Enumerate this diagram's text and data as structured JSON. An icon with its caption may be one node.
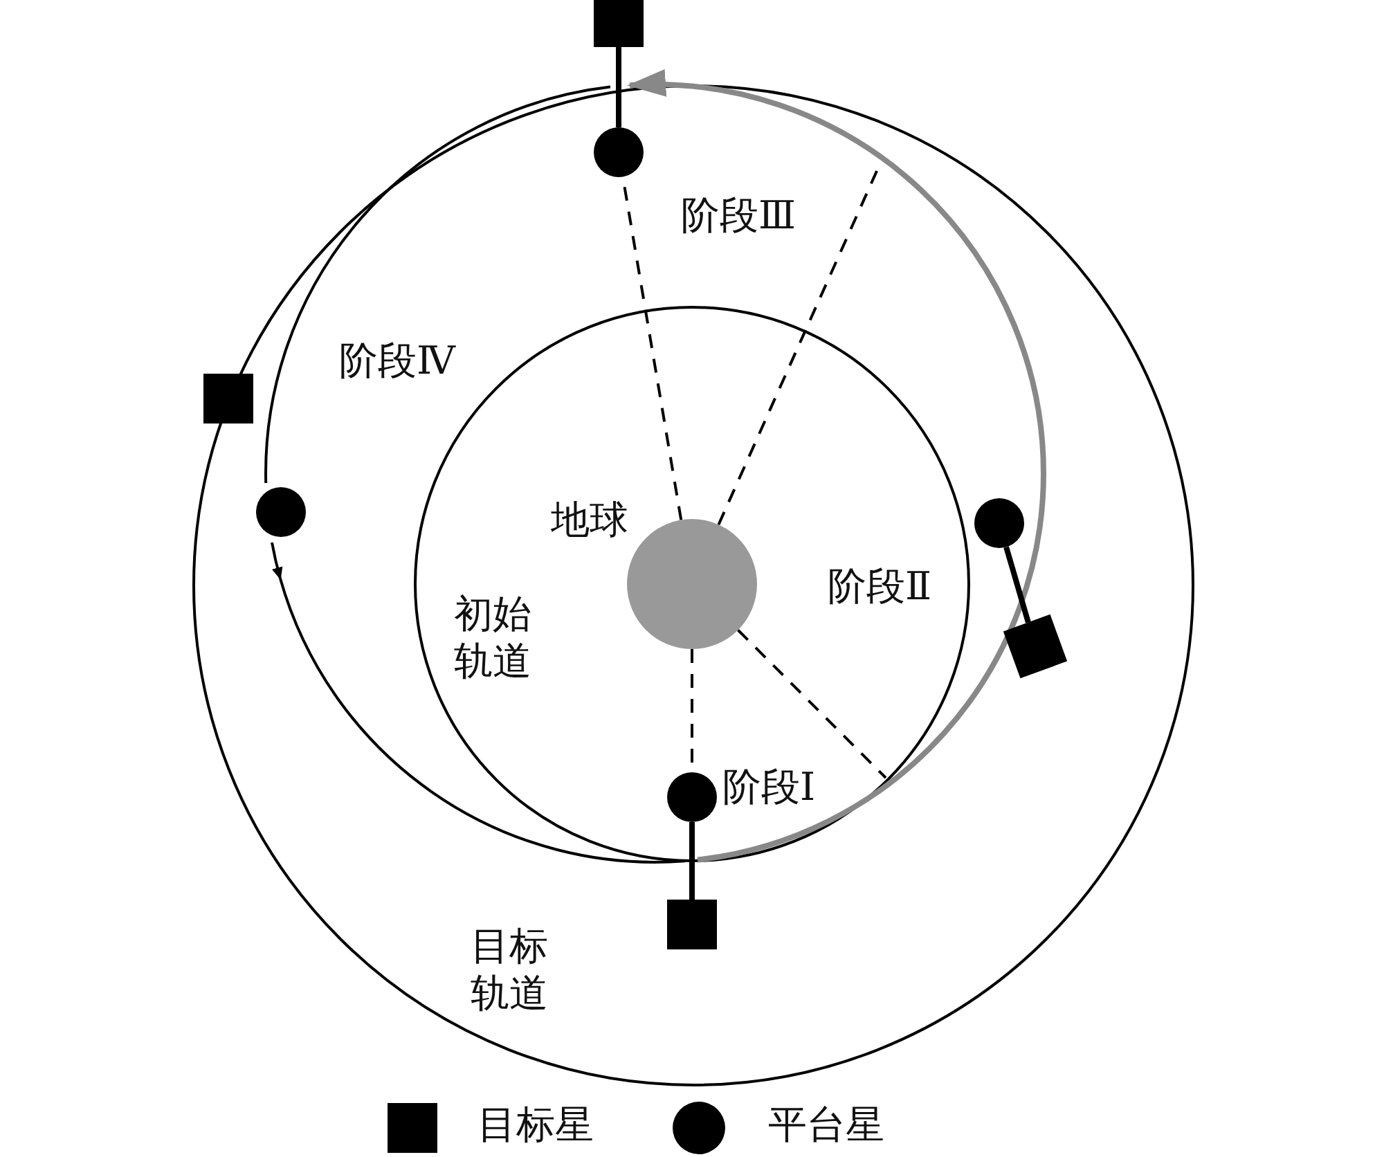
{
  "diagram": {
    "nodes": [
      {
        "text": [],
        "shape": "box"
      },
      {
        "text": [],
        "shape": "circle"
      },
      {
        "text": [],
        "shape": "box"
      },
      {
        "text": [],
        "shape": "circle"
      },
      {
        "text": [],
        "shape": "circle"
      },
      {
        "text": [],
        "shape": "circle",
        "beside": [
          "地球"
        ]
      },
      {
        "text": [],
        "shape": "box"
      },
      {
        "text": [],
        "shape": "circle"
      },
      {
        "text": [],
        "shape": "box"
      }
    ],
    "edges": [
      {
        "from": 0,
        "to": 1,
        "arrow": "none",
        "style": "thick"
      },
      {
        "from": 5,
        "to": 1,
        "arrow": "none",
        "style": "dashed"
      },
      {
        "from": 5,
        "to": null,
        "arrow": "none",
        "style": "dashed"
      },
      {
        "from": 4,
        "to": 6,
        "arrow": "none",
        "style": "thick"
      },
      {
        "from": 5,
        "to": null,
        "arrow": "none",
        "style": "dashed"
      },
      {
        "from": 5,
        "to": 7,
        "arrow": "none",
        "style": "dashed"
      },
      {
        "from": 7,
        "to": 8,
        "arrow": "none",
        "style": "thick"
      }
    ],
    "labels": [
      "阶段Ⅲ",
      "阶段Ⅳ",
      "阶段Ⅱ",
      "初始轨道",
      "阶段Ⅰ",
      "目标轨道"
    ],
    "legend": [
      {
        "text": "目标星"
      },
      {
        "text": "平台星"
      }
    ]
  }
}
